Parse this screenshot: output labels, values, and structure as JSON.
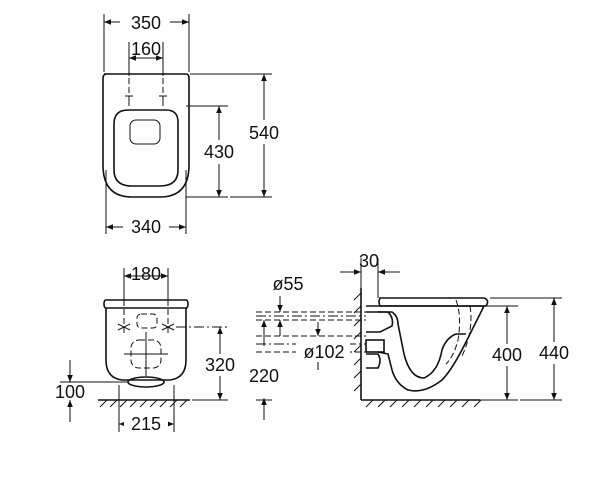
{
  "top_view": {
    "overall_width": "350",
    "bolt_spacing": "160",
    "seat_length": "430",
    "overall_length": "540",
    "base_width": "340"
  },
  "rear_view": {
    "bolt_spacing": "180",
    "fixing_height": "320",
    "outlet_height": "100",
    "base_width": "215"
  },
  "side_view": {
    "wall_offset": "30",
    "inlet_diameter": "ø55",
    "outlet_diameter": "ø102",
    "outlet_height": "220",
    "rim_height": "400",
    "overall_height": "440"
  }
}
